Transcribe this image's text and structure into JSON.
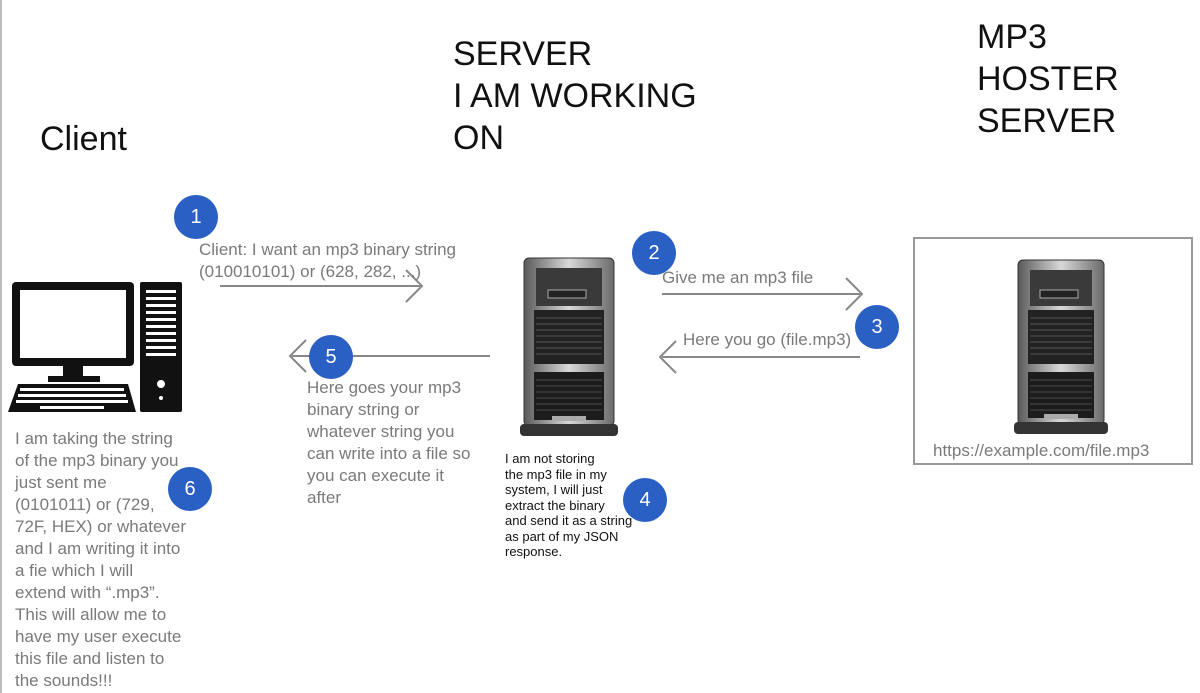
{
  "headings": {
    "client": "Client",
    "server": [
      "SERVER",
      "I AM WORKING",
      "ON"
    ],
    "hoster": [
      "MP3",
      "HOSTER",
      "SERVER"
    ]
  },
  "steps": [
    {
      "number": "1",
      "text": [
        "Client: I want an mp3 binary string",
        "(010010101) or (628, 282, ...)"
      ]
    },
    {
      "number": "2",
      "text": [
        "Give me an mp3 file"
      ]
    },
    {
      "number": "3",
      "text": [
        "Here you go (file.mp3)"
      ]
    },
    {
      "number": "4",
      "text": [
        "I am not storing",
        "the mp3 file in my",
        "system, I will just",
        "extract the binary",
        "and send it as a string",
        "as part of my JSON",
        "response."
      ]
    },
    {
      "number": "5",
      "text": [
        "Here goes your mp3",
        "binary string or",
        "whatever string you",
        "can write into a file so",
        "you can execute it",
        "after"
      ]
    },
    {
      "number": "6",
      "text": [
        "I am taking the string",
        "of the mp3 binary you",
        "just sent me",
        "(0101011) or (729,",
        "72F, HEX) or whatever",
        "and I am writing it into",
        "a fie which I will",
        "extend with “.mp3”.",
        "This will allow me to",
        "have my user execute",
        "this file and listen to",
        "the sounds!!!"
      ]
    }
  ],
  "hoster_url": "https://example.com/file.mp3",
  "colors": {
    "badge": "#2a5fc4",
    "note_text": "#7a7a7a",
    "arrow": "#888888"
  }
}
